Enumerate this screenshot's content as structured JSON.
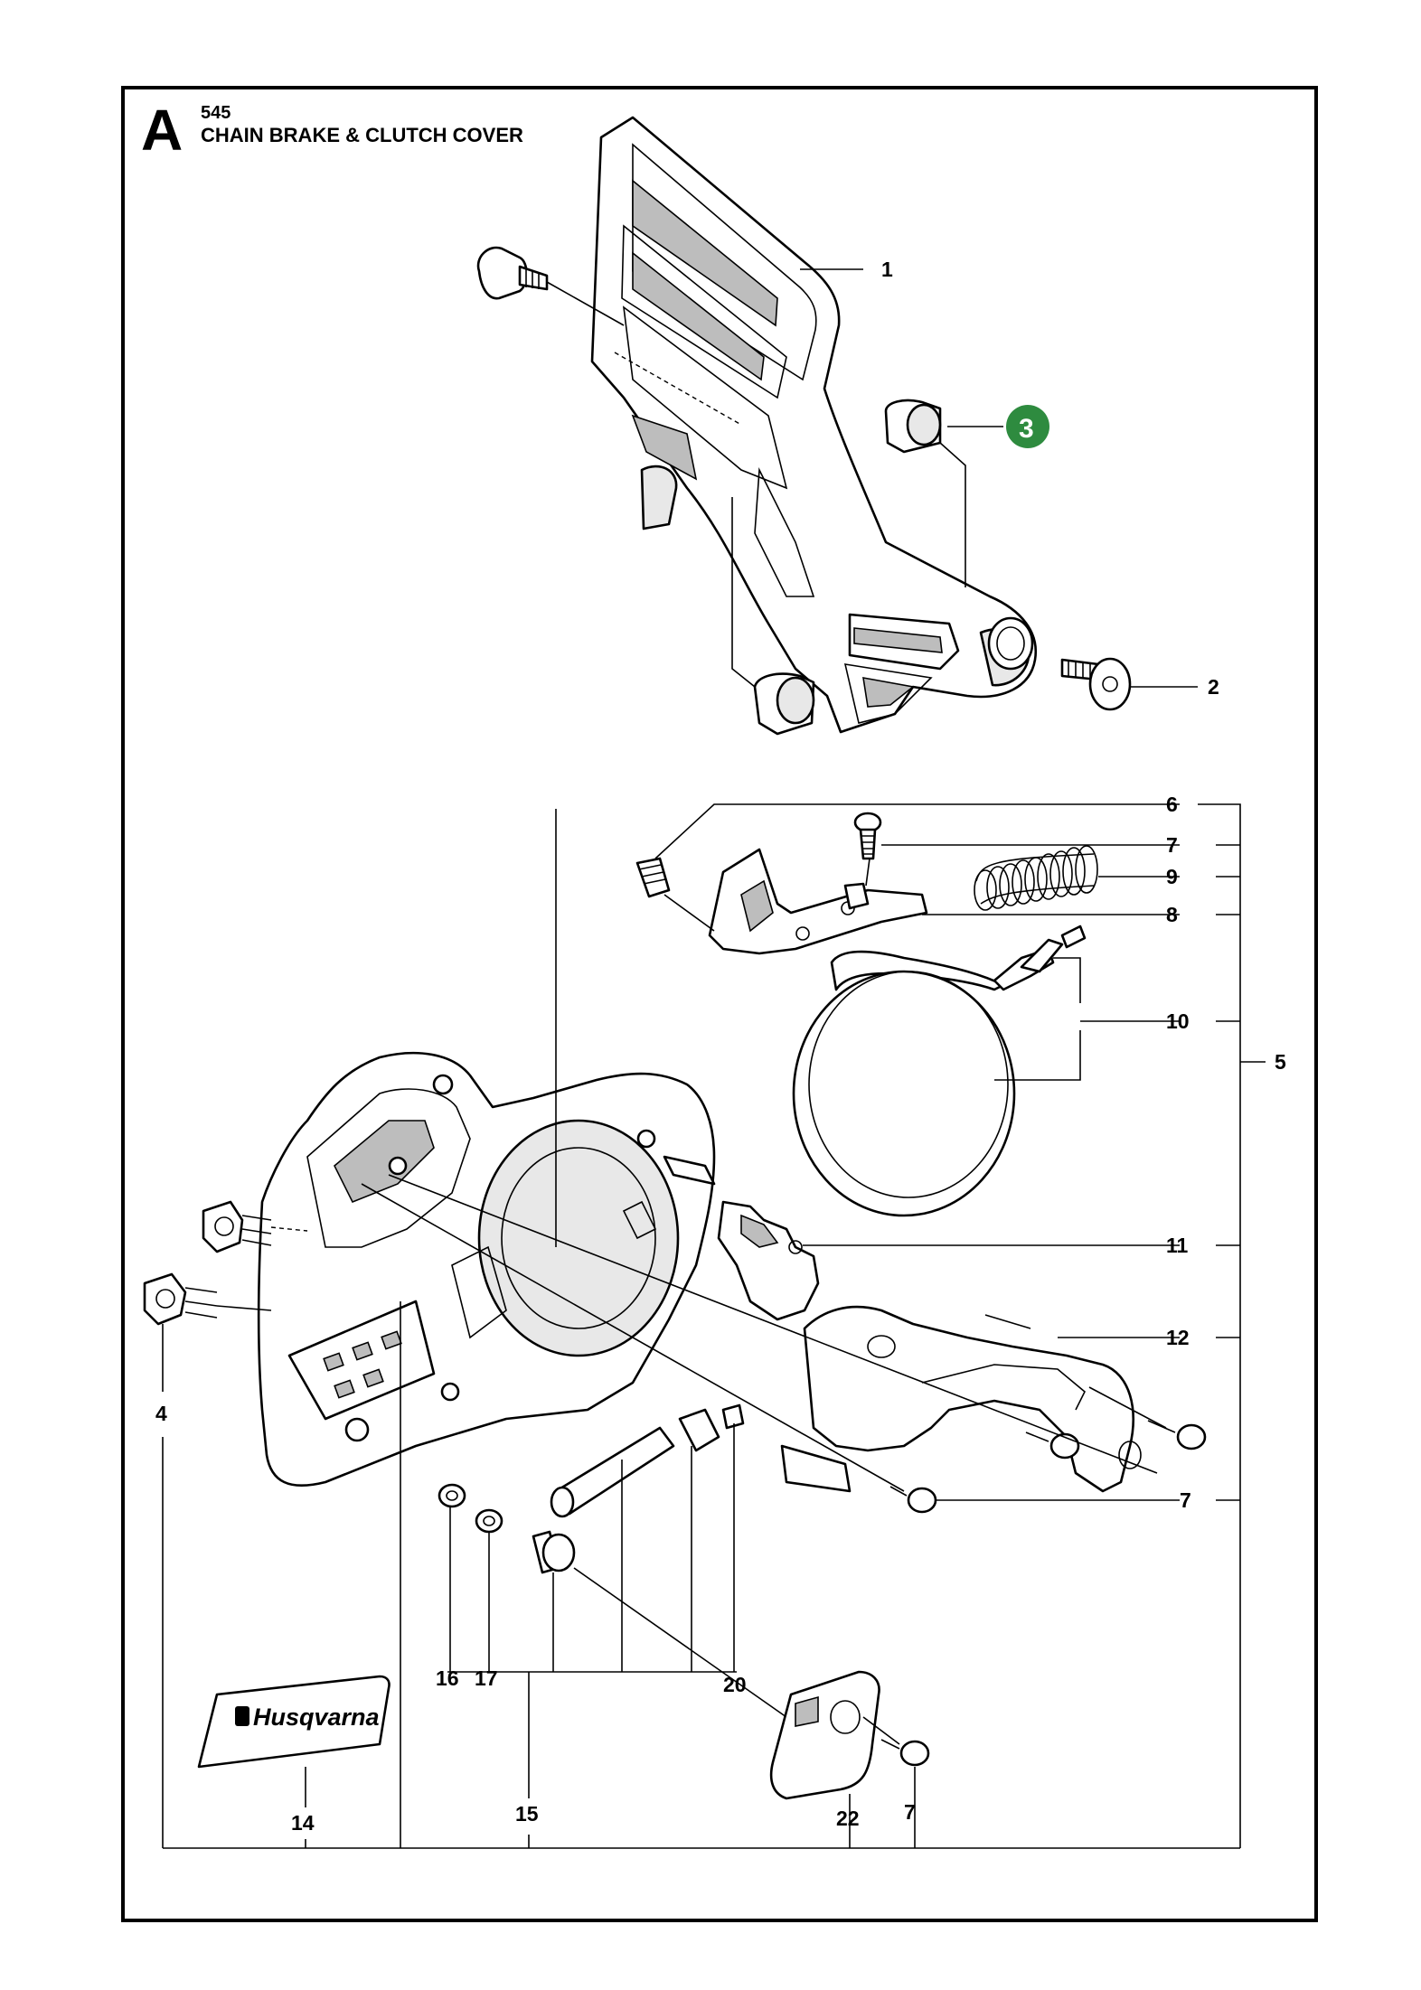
{
  "header": {
    "section_letter": "A",
    "model_number": "545",
    "title": "CHAIN BRAKE & CLUTCH COVER"
  },
  "highlight": {
    "label": "3",
    "color": "#2e8b3f"
  },
  "brand": {
    "name": "Husqvarna"
  },
  "callouts": {
    "c1": "1",
    "c2": "2",
    "c4": "4",
    "c5": "5",
    "c6": "6",
    "c7a": "7",
    "c7b": "7",
    "c7c": "7",
    "c9": "9",
    "c8": "8",
    "c10": "10",
    "c11": "11",
    "c12": "12",
    "c14": "14",
    "c15": "15",
    "c16": "16",
    "c17": "17",
    "c20": "20",
    "c22": "22"
  }
}
